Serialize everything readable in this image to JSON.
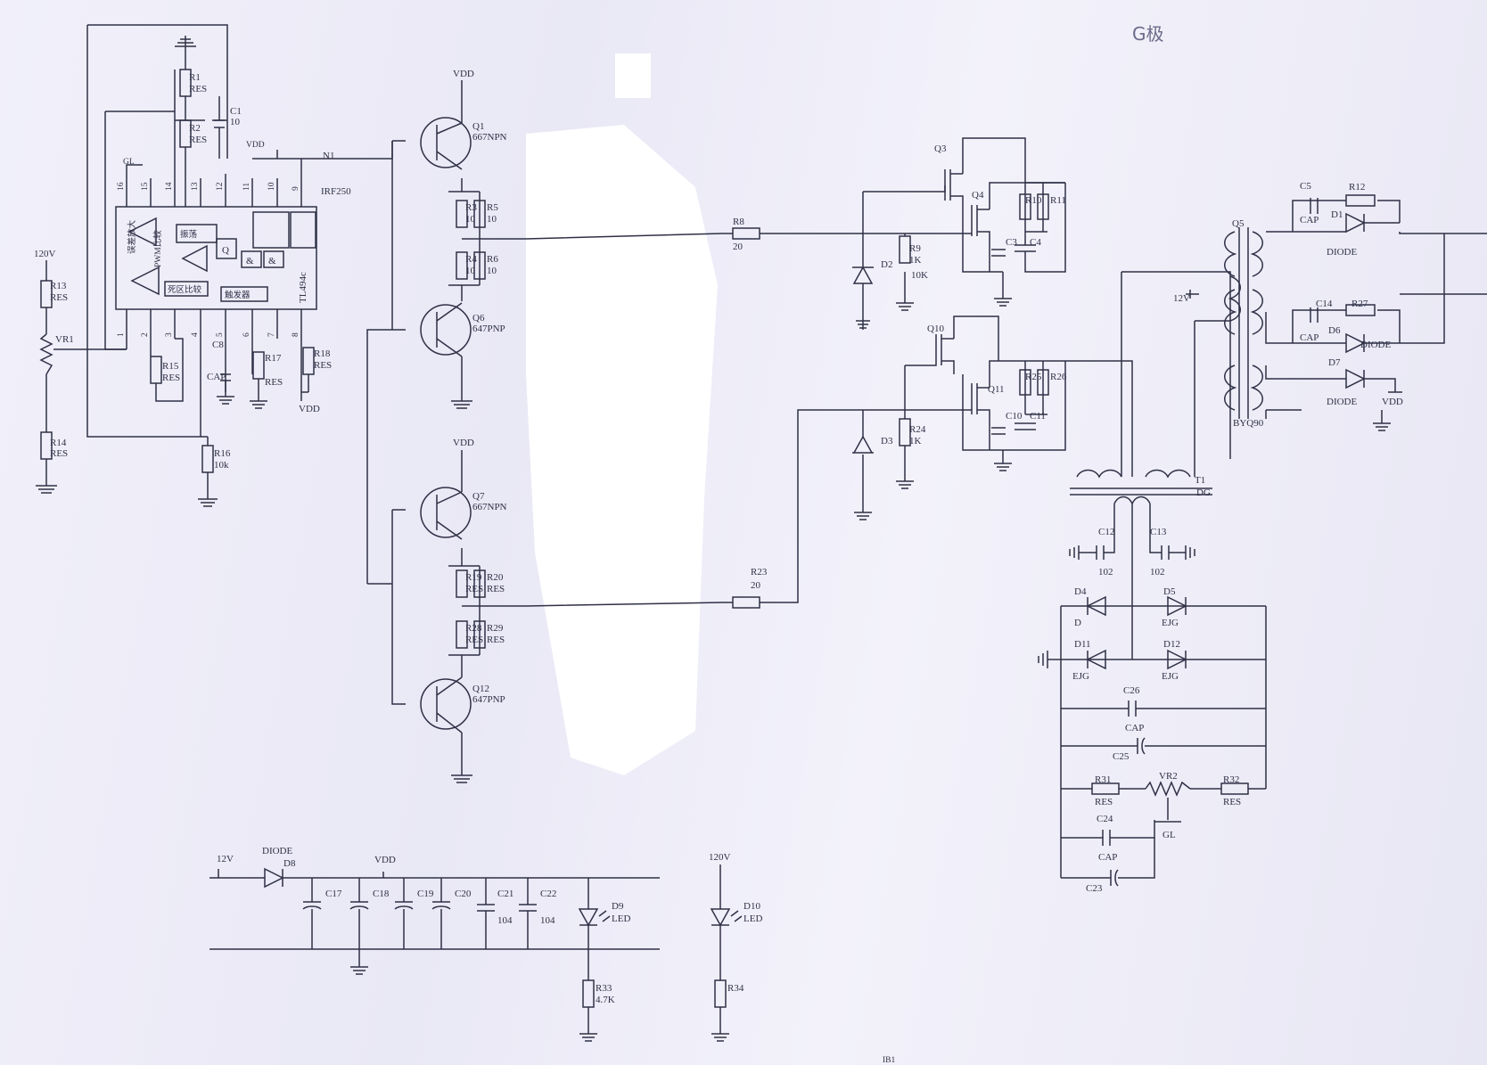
{
  "power_rails": {
    "v120": "120V",
    "v12": "12V",
    "vdd": "VDD",
    "gl": "GL",
    "dg": "DG"
  },
  "ic": {
    "part": "TL494c",
    "net": "N1",
    "driver_fet": "IRF250",
    "pins": [
      "1",
      "2",
      "3",
      "4",
      "5",
      "6",
      "7",
      "8",
      "16",
      "15",
      "14",
      "13",
      "12",
      "11",
      "10",
      "9"
    ],
    "blocks": [
      "误差放大",
      "PWM比较",
      "振荡",
      "触发器",
      "死区比较"
    ],
    "gates": [
      "Q",
      "&",
      "&"
    ]
  },
  "input_components": [
    {
      "id": "R1",
      "value": "RES"
    },
    {
      "id": "R2",
      "value": "RES"
    },
    {
      "id": "C1",
      "value": "10"
    },
    {
      "id": "R13",
      "value": "RES"
    },
    {
      "id": "VR1",
      "value": ""
    },
    {
      "id": "R14",
      "value": "RES"
    },
    {
      "id": "R15",
      "value": "RES"
    },
    {
      "id": "C8",
      "value": "CAP"
    },
    {
      "id": "R17",
      "value": "RES"
    },
    {
      "id": "R18",
      "value": "RES"
    },
    {
      "id": "R16",
      "value": "10k"
    }
  ],
  "drivers": [
    {
      "id": "Q1",
      "type": "667NPN"
    },
    {
      "id": "Q6",
      "type": "647PNP"
    },
    {
      "id": "Q7",
      "type": "667NPN"
    },
    {
      "id": "Q12",
      "type": "647PNP"
    }
  ],
  "driver_resistors": [
    {
      "id": "R3",
      "value": "10"
    },
    {
      "id": "R5",
      "value": "10"
    },
    {
      "id": "R4",
      "value": "10"
    },
    {
      "id": "R6",
      "value": "10"
    },
    {
      "id": "R19",
      "value": "RES"
    },
    {
      "id": "R20",
      "value": "RES"
    },
    {
      "id": "R28",
      "value": "RES"
    },
    {
      "id": "R29",
      "value": "RES"
    }
  ],
  "gate_resistors": [
    {
      "id": "R8",
      "value": "20"
    },
    {
      "id": "R23",
      "value": "20"
    }
  ],
  "mosfet_section": {
    "fets": [
      "Q3",
      "Q4",
      "Q10",
      "Q11"
    ],
    "resistors": [
      {
        "id": "R9",
        "value": "1K"
      },
      {
        "id": "R24",
        "value": "1K"
      },
      {
        "id": "R10",
        "value": ""
      },
      {
        "id": "R11",
        "value": ""
      },
      {
        "id": "R25",
        "value": ""
      },
      {
        "id": "R26",
        "value": ""
      }
    ],
    "caps": [
      "C3",
      "C4",
      "C10",
      "C11"
    ],
    "diodes": [
      "D2",
      "D3"
    ],
    "annotation": "10K"
  },
  "transformer_t1": {
    "id": "T1",
    "v12_label": "12V"
  },
  "output_section": {
    "transformer": "Q5",
    "rectifier": "BYQ90",
    "components": [
      {
        "id": "C5",
        "value": "CAP"
      },
      {
        "id": "R12",
        "value": ""
      },
      {
        "id": "D1",
        "value": "DIODE"
      },
      {
        "id": "C14",
        "value": "CAP"
      },
      {
        "id": "R27",
        "value": ""
      },
      {
        "id": "D6",
        "value": "DIODE"
      },
      {
        "id": "D7",
        "value": "DIODE"
      }
    ]
  },
  "feedback_section": {
    "caps": [
      {
        "id": "C12",
        "value": "102"
      },
      {
        "id": "C13",
        "value": "102"
      },
      {
        "id": "C26",
        "value": "CAP"
      },
      {
        "id": "C25",
        "value": ""
      },
      {
        "id": "C24",
        "value": "CAP"
      },
      {
        "id": "C23",
        "value": ""
      }
    ],
    "diodes": [
      {
        "id": "D4",
        "value": "D"
      },
      {
        "id": "D5",
        "value": "EJG"
      },
      {
        "id": "D11",
        "value": "EJG"
      },
      {
        "id": "D12",
        "value": "EJG"
      }
    ],
    "resistors": [
      {
        "id": "R31",
        "value": "RES"
      },
      {
        "id": "VR2",
        "value": ""
      },
      {
        "id": "R32",
        "value": "RES"
      }
    ]
  },
  "supply_section": {
    "diode": {
      "id": "D8",
      "value": "DIODE"
    },
    "caps": [
      {
        "id": "C17",
        "value": ""
      },
      {
        "id": "C18",
        "value": ""
      },
      {
        "id": "C19",
        "value": ""
      },
      {
        "id": "C20",
        "value": ""
      },
      {
        "id": "C21",
        "value": "104"
      },
      {
        "id": "C22",
        "value": "104"
      }
    ],
    "led1": {
      "id": "D9",
      "value": "LED"
    },
    "r33": {
      "id": "R33",
      "value": "4.7K"
    },
    "led2": {
      "id": "D10",
      "value": "LED"
    },
    "r34": {
      "id": "R34",
      "value": ""
    }
  },
  "handwritten_note": "G极",
  "footer_text": "IB1"
}
